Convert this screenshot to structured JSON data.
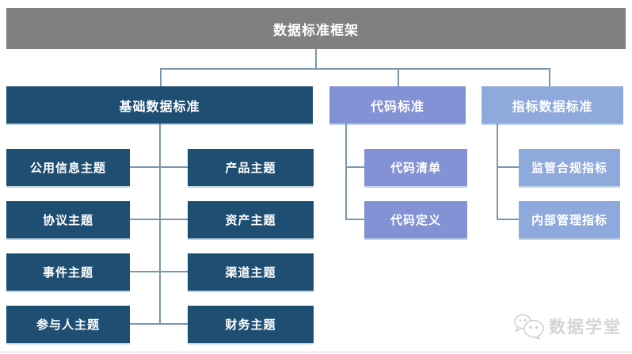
{
  "tree": {
    "root": "数据标准框架",
    "branches": [
      {
        "label": "基础数据标准",
        "children_left": [
          "公用信息主题",
          "协议主题",
          "事件主题",
          "参与人主题"
        ],
        "children_right": [
          "产品主题",
          "资产主题",
          "渠道主题",
          "财务主题"
        ]
      },
      {
        "label": "代码标准",
        "children": [
          "代码清单",
          "代码定义"
        ]
      },
      {
        "label": "指标数据标准",
        "children": [
          "监管合规指标",
          "内部管理指标"
        ]
      }
    ]
  },
  "watermark": {
    "text": "数据学堂",
    "icon": "wechat-chat-bubbles-icon"
  },
  "colors": {
    "root_gray": "#808080",
    "basic_dark_blue": "#1F4E73",
    "code_purple_blue": "#8292D4",
    "metric_light_blue": "#8EA9DC",
    "connector_steel_blue": "#7A96AE",
    "text_white": "#FFFFFF",
    "watermark_gray": "#D4D4D4"
  }
}
